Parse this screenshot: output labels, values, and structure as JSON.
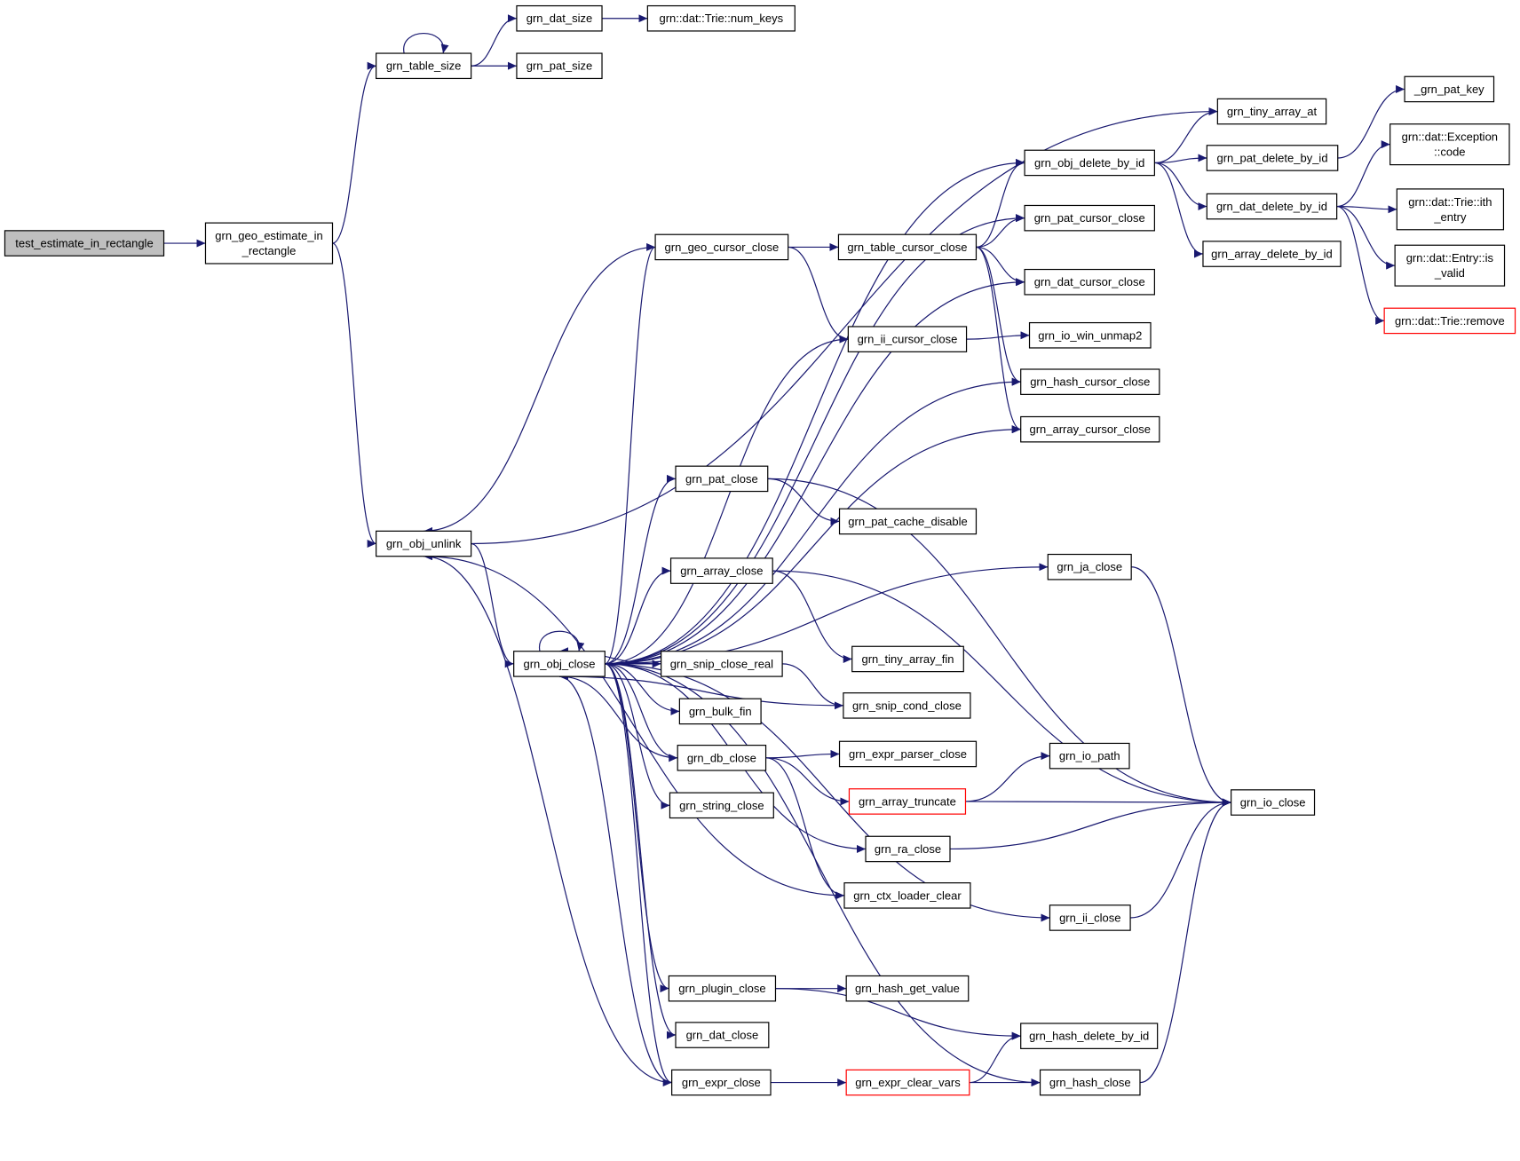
{
  "graph": {
    "edge_color": "#191970",
    "highlight_border_color": "#ff0000",
    "root_fill": "#bfbfbf",
    "nodes": [
      {
        "id": "test_estimate",
        "lines": [
          "test_estimate_in_rectangle"
        ],
        "style": "root"
      },
      {
        "id": "geo_estimate",
        "lines": [
          "grn_geo_estimate_in",
          "_rectangle"
        ]
      },
      {
        "id": "table_size",
        "lines": [
          "grn_table_size"
        ]
      },
      {
        "id": "dat_size",
        "lines": [
          "grn_dat_size"
        ]
      },
      {
        "id": "num_keys",
        "lines": [
          "grn::dat::Trie::num_keys"
        ]
      },
      {
        "id": "pat_size",
        "lines": [
          "grn_pat_size"
        ]
      },
      {
        "id": "obj_unlink",
        "lines": [
          "grn_obj_unlink"
        ]
      },
      {
        "id": "tiny_array_at",
        "lines": [
          "grn_tiny_array_at"
        ]
      },
      {
        "id": "pat_key",
        "lines": [
          "_grn_pat_key"
        ]
      },
      {
        "id": "obj_delete_by_id",
        "lines": [
          "grn_obj_delete_by_id"
        ]
      },
      {
        "id": "pat_delete_by_id",
        "lines": [
          "grn_pat_delete_by_id"
        ]
      },
      {
        "id": "exception_code",
        "lines": [
          "grn::dat::Exception",
          "::code"
        ]
      },
      {
        "id": "pat_cursor_close",
        "lines": [
          "grn_pat_cursor_close"
        ]
      },
      {
        "id": "dat_delete_by_id",
        "lines": [
          "grn_dat_delete_by_id"
        ]
      },
      {
        "id": "trie_ith_entry",
        "lines": [
          "grn::dat::Trie::ith",
          "_entry"
        ]
      },
      {
        "id": "geo_cursor_close",
        "lines": [
          "grn_geo_cursor_close"
        ]
      },
      {
        "id": "table_cursor_close",
        "lines": [
          "grn_table_cursor_close"
        ]
      },
      {
        "id": "array_delete_by_id",
        "lines": [
          "grn_array_delete_by_id"
        ]
      },
      {
        "id": "entry_is_valid",
        "lines": [
          "grn::dat::Entry::is",
          "_valid"
        ]
      },
      {
        "id": "dat_cursor_close",
        "lines": [
          "grn_dat_cursor_close"
        ]
      },
      {
        "id": "trie_remove",
        "lines": [
          "grn::dat::Trie::remove"
        ],
        "style": "red"
      },
      {
        "id": "ii_cursor_close",
        "lines": [
          "grn_ii_cursor_close"
        ]
      },
      {
        "id": "io_win_unmap2",
        "lines": [
          "grn_io_win_unmap2"
        ]
      },
      {
        "id": "hash_cursor_close",
        "lines": [
          "grn_hash_cursor_close"
        ]
      },
      {
        "id": "array_cursor_close",
        "lines": [
          "grn_array_cursor_close"
        ]
      },
      {
        "id": "pat_close",
        "lines": [
          "grn_pat_close"
        ]
      },
      {
        "id": "pat_cache_disable",
        "lines": [
          "grn_pat_cache_disable"
        ]
      },
      {
        "id": "ja_close",
        "lines": [
          "grn_ja_close"
        ]
      },
      {
        "id": "array_close",
        "lines": [
          "grn_array_close"
        ]
      },
      {
        "id": "tiny_array_fin",
        "lines": [
          "grn_tiny_array_fin"
        ]
      },
      {
        "id": "obj_close",
        "lines": [
          "grn_obj_close"
        ]
      },
      {
        "id": "snip_close_real",
        "lines": [
          "grn_snip_close_real"
        ]
      },
      {
        "id": "snip_cond_close",
        "lines": [
          "grn_snip_cond_close"
        ]
      },
      {
        "id": "bulk_fin",
        "lines": [
          "grn_bulk_fin"
        ]
      },
      {
        "id": "db_close",
        "lines": [
          "grn_db_close"
        ]
      },
      {
        "id": "expr_parser_close",
        "lines": [
          "grn_expr_parser_close"
        ]
      },
      {
        "id": "io_path",
        "lines": [
          "grn_io_path"
        ]
      },
      {
        "id": "array_truncate",
        "lines": [
          "grn_array_truncate"
        ],
        "style": "red"
      },
      {
        "id": "io_close",
        "lines": [
          "grn_io_close"
        ]
      },
      {
        "id": "string_close",
        "lines": [
          "grn_string_close"
        ]
      },
      {
        "id": "ra_close",
        "lines": [
          "grn_ra_close"
        ]
      },
      {
        "id": "ctx_loader_clear",
        "lines": [
          "grn_ctx_loader_clear"
        ]
      },
      {
        "id": "ii_close",
        "lines": [
          "grn_ii_close"
        ]
      },
      {
        "id": "plugin_close",
        "lines": [
          "grn_plugin_close"
        ]
      },
      {
        "id": "hash_get_value",
        "lines": [
          "grn_hash_get_value"
        ]
      },
      {
        "id": "dat_close",
        "lines": [
          "grn_dat_close"
        ]
      },
      {
        "id": "hash_delete_by_id",
        "lines": [
          "grn_hash_delete_by_id"
        ]
      },
      {
        "id": "expr_close",
        "lines": [
          "grn_expr_close"
        ]
      },
      {
        "id": "expr_clear_vars",
        "lines": [
          "grn_expr_clear_vars"
        ],
        "style": "red"
      },
      {
        "id": "hash_close",
        "lines": [
          "grn_hash_close"
        ]
      }
    ],
    "edges": [
      [
        "test_estimate",
        "geo_estimate"
      ],
      [
        "geo_estimate",
        "table_size"
      ],
      [
        "geo_estimate",
        "obj_unlink"
      ],
      [
        "table_size",
        "table_size"
      ],
      [
        "table_size",
        "dat_size"
      ],
      [
        "table_size",
        "pat_size"
      ],
      [
        "dat_size",
        "num_keys"
      ],
      [
        "obj_unlink",
        "tiny_array_at"
      ],
      [
        "obj_unlink",
        "obj_close"
      ],
      [
        "obj_close",
        "obj_close"
      ],
      [
        "obj_close",
        "obj_delete_by_id"
      ],
      [
        "obj_close",
        "pat_cursor_close"
      ],
      [
        "obj_close",
        "geo_cursor_close"
      ],
      [
        "obj_close",
        "dat_cursor_close"
      ],
      [
        "obj_close",
        "ii_cursor_close"
      ],
      [
        "obj_close",
        "hash_cursor_close"
      ],
      [
        "obj_close",
        "array_cursor_close"
      ],
      [
        "obj_close",
        "pat_close"
      ],
      [
        "obj_close",
        "ja_close"
      ],
      [
        "obj_close",
        "array_close"
      ],
      [
        "obj_close",
        "snip_close_real"
      ],
      [
        "obj_close",
        "bulk_fin"
      ],
      [
        "obj_close",
        "db_close"
      ],
      [
        "obj_close",
        "string_close"
      ],
      [
        "obj_close",
        "ra_close"
      ],
      [
        "obj_close",
        "ii_close"
      ],
      [
        "obj_close",
        "plugin_close"
      ],
      [
        "obj_close",
        "dat_close"
      ],
      [
        "obj_close",
        "expr_close"
      ],
      [
        "obj_close",
        "hash_close"
      ],
      [
        "obj_delete_by_id",
        "tiny_array_at"
      ],
      [
        "obj_delete_by_id",
        "pat_delete_by_id"
      ],
      [
        "obj_delete_by_id",
        "dat_delete_by_id"
      ],
      [
        "obj_delete_by_id",
        "array_delete_by_id"
      ],
      [
        "pat_delete_by_id",
        "pat_key"
      ],
      [
        "dat_delete_by_id",
        "exception_code"
      ],
      [
        "dat_delete_by_id",
        "trie_ith_entry"
      ],
      [
        "dat_delete_by_id",
        "entry_is_valid"
      ],
      [
        "dat_delete_by_id",
        "trie_remove"
      ],
      [
        "geo_cursor_close",
        "obj_unlink"
      ],
      [
        "geo_cursor_close",
        "table_cursor_close"
      ],
      [
        "geo_cursor_close",
        "ii_cursor_close"
      ],
      [
        "table_cursor_close",
        "obj_delete_by_id"
      ],
      [
        "table_cursor_close",
        "pat_cursor_close"
      ],
      [
        "table_cursor_close",
        "dat_cursor_close"
      ],
      [
        "table_cursor_close",
        "hash_cursor_close"
      ],
      [
        "table_cursor_close",
        "array_cursor_close"
      ],
      [
        "ii_cursor_close",
        "io_win_unmap2"
      ],
      [
        "pat_close",
        "pat_cache_disable"
      ],
      [
        "pat_close",
        "io_close"
      ],
      [
        "ja_close",
        "io_close"
      ],
      [
        "array_close",
        "tiny_array_fin"
      ],
      [
        "array_close",
        "io_close"
      ],
      [
        "snip_close_real",
        "obj_close"
      ],
      [
        "snip_close_real",
        "snip_cond_close"
      ],
      [
        "snip_cond_close",
        "obj_close"
      ],
      [
        "db_close",
        "obj_close"
      ],
      [
        "db_close",
        "expr_parser_close"
      ],
      [
        "db_close",
        "array_truncate"
      ],
      [
        "db_close",
        "ctx_loader_clear"
      ],
      [
        "array_truncate",
        "io_path"
      ],
      [
        "array_truncate",
        "io_close"
      ],
      [
        "ra_close",
        "io_close"
      ],
      [
        "ctx_loader_clear",
        "obj_unlink"
      ],
      [
        "ii_close",
        "io_close"
      ],
      [
        "plugin_close",
        "hash_get_value"
      ],
      [
        "plugin_close",
        "hash_delete_by_id"
      ],
      [
        "expr_close",
        "obj_close"
      ],
      [
        "expr_close",
        "obj_unlink"
      ],
      [
        "expr_close",
        "expr_clear_vars"
      ],
      [
        "expr_clear_vars",
        "hash_delete_by_id"
      ],
      [
        "expr_clear_vars",
        "hash_close"
      ],
      [
        "hash_close",
        "io_close"
      ]
    ]
  }
}
